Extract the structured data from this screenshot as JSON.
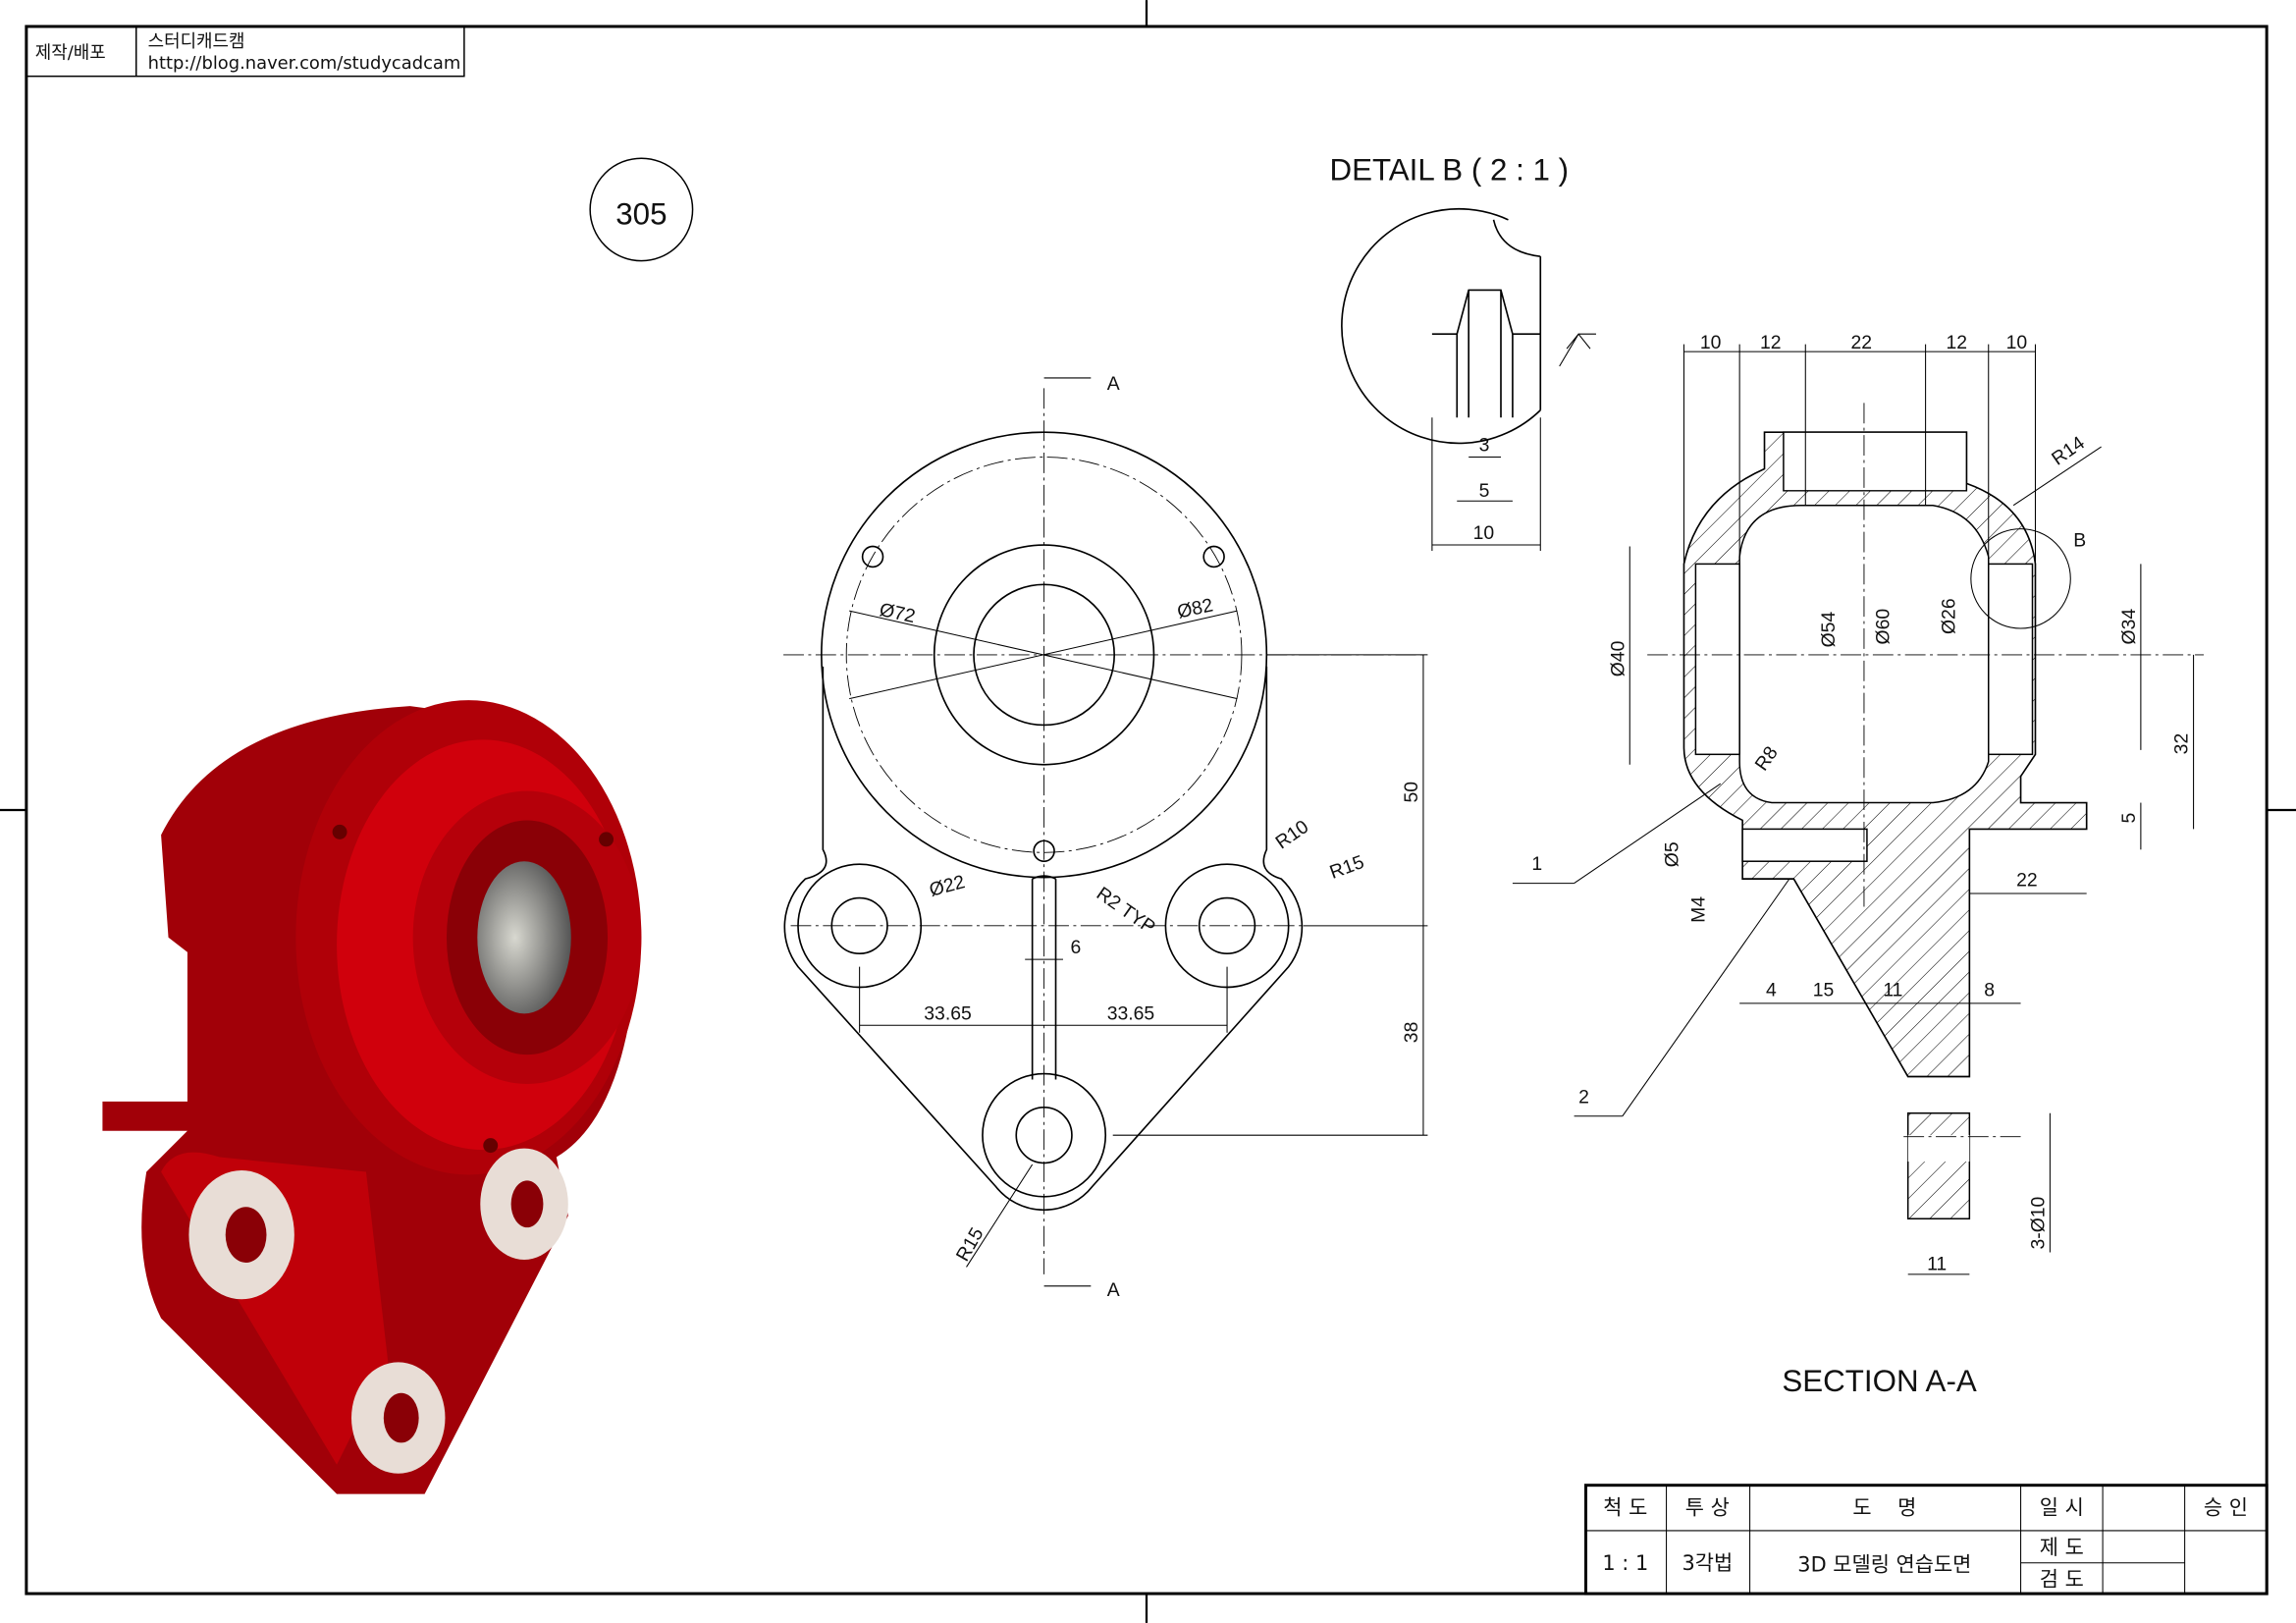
{
  "header": {
    "label": "제작/배포",
    "author": "스터디캐드캠",
    "url": "http://blog.naver.com/studycadcam"
  },
  "drawing_number": "305",
  "front_view": {
    "section_marks": [
      "A",
      "A"
    ],
    "dims": [
      "Ø72",
      "Ø82",
      "Ø22",
      "R2 TYP",
      "6",
      "33.65",
      "33.65",
      "50",
      "38",
      "R10",
      "R15",
      "R15"
    ]
  },
  "detail": {
    "title": "DETAIL B ( 2 : 1 )",
    "dims": [
      "3",
      "5",
      "10"
    ]
  },
  "section": {
    "title": "SECTION A-A",
    "dims": [
      "10",
      "12",
      "22",
      "12",
      "10",
      "R14",
      "B",
      "Ø40",
      "Ø54",
      "Ø60",
      "Ø26",
      "Ø34",
      "32",
      "5",
      "22",
      "R8",
      "Ø5",
      "M4",
      "4",
      "15",
      "11",
      "8",
      "3-Ø10",
      "11"
    ],
    "callouts": [
      "1",
      "2"
    ]
  },
  "title_block": {
    "scale_label": "척 도",
    "projection_label": "투 상",
    "name_label": "도    명",
    "date_label": "일 시",
    "approve_label": "승 인",
    "scale": "1 : 1",
    "projection": "3각법",
    "name": "3D 모델링 연습도면",
    "drawn_label": "제 도",
    "checked_label": "검 도"
  },
  "colors": {
    "model_red": "#c8000a",
    "model_dark": "#7a0006",
    "washer": "#e8ddd6"
  }
}
